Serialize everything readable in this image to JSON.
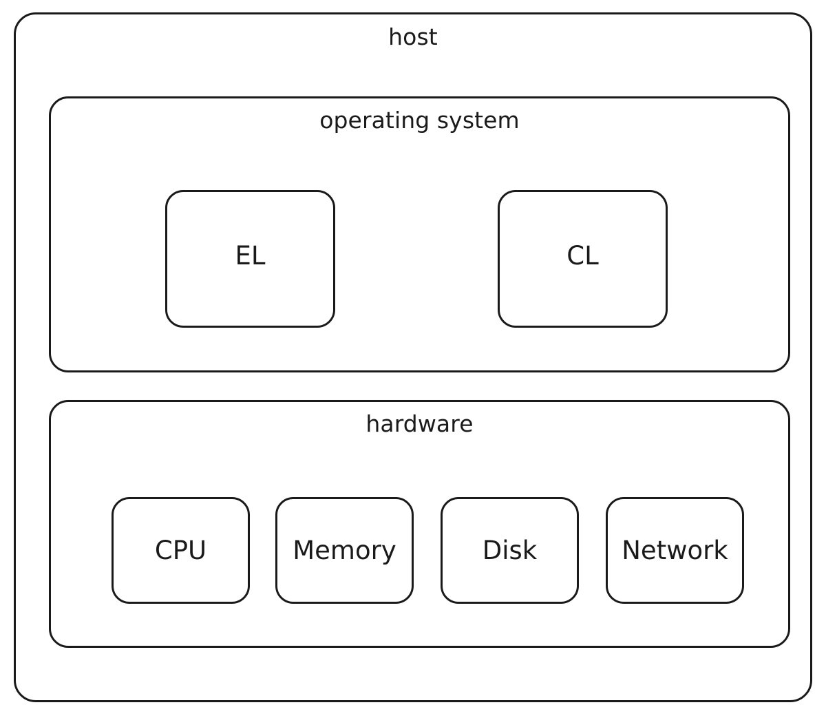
{
  "diagram": {
    "type": "nested-block-diagram",
    "background_color": "#ffffff",
    "stroke_color": "#1a1a1a",
    "host": {
      "label": "host",
      "groups": [
        {
          "id": "operating-system",
          "label": "operating system",
          "nodes": [
            {
              "id": "el",
              "label": "EL"
            },
            {
              "id": "cl",
              "label": "CL"
            }
          ]
        },
        {
          "id": "hardware",
          "label": "hardware",
          "nodes": [
            {
              "id": "cpu",
              "label": "CPU"
            },
            {
              "id": "memory",
              "label": "Memory"
            },
            {
              "id": "disk",
              "label": "Disk"
            },
            {
              "id": "network",
              "label": "Network"
            }
          ]
        }
      ]
    }
  }
}
